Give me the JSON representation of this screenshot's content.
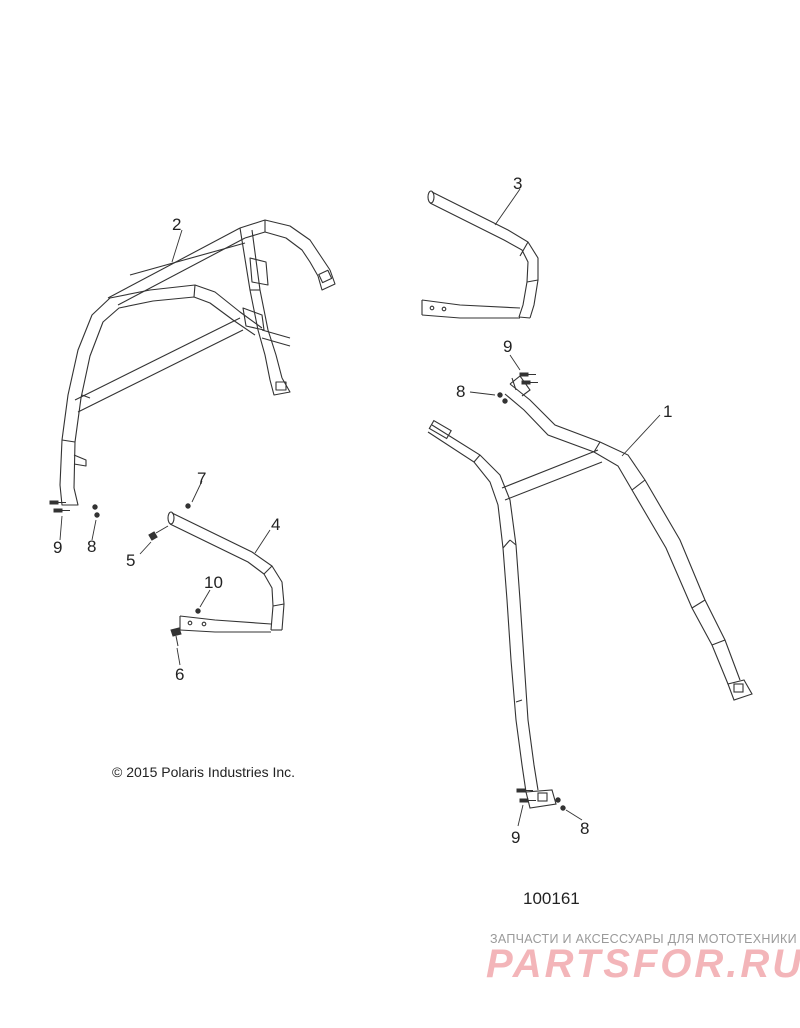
{
  "callouts": {
    "c1": "1",
    "c2": "2",
    "c3": "3",
    "c4": "4",
    "c5": "5",
    "c6": "6",
    "c7": "7",
    "c8a": "8",
    "c8b": "8",
    "c8c": "8",
    "c9a": "9",
    "c9b": "9",
    "c9c": "9",
    "c10": "10"
  },
  "copyright": "© 2015 Polaris Industries Inc.",
  "drawing_number": "100161",
  "watermark": {
    "tagline": "ЗАПЧАСТИ И АКСЕССУАРЫ ДЛЯ МОТОТЕХНИКИ",
    "logo": "PARTSFOR.RU"
  },
  "colors": {
    "line": "#333333",
    "watermark_logo": "#f2a9ad",
    "watermark_text": "#9a9a9a"
  }
}
